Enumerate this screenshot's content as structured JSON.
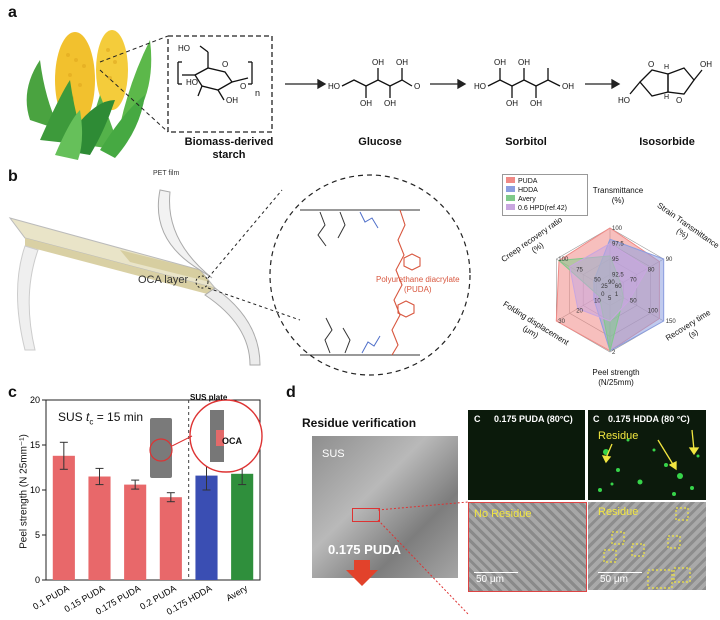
{
  "panel_a": {
    "label": "a",
    "polymer_subscript": "n",
    "caption_starch": [
      "Biomass-derived",
      "starch"
    ],
    "compounds": [
      "Glucose",
      "Sorbitol",
      "Isosorbide"
    ],
    "starch_groups": [
      "HO",
      "HO",
      "OH",
      "O",
      "O"
    ],
    "glucose_groups": [
      "HO",
      "OH",
      "OH",
      "OH",
      "OH",
      "O"
    ],
    "sorbitol_groups": [
      "HO",
      "OH",
      "OH",
      "OH",
      "OH",
      "OH"
    ],
    "isosorbide_groups": [
      "O",
      "O",
      "OH",
      "HO",
      "H",
      "H"
    ]
  },
  "panel_b": {
    "label": "b",
    "pet_film": "PET film",
    "oca_layer": "OCA layer",
    "molecule_label": [
      "Polyurethane diacrylate",
      "(PUDA)"
    ],
    "legend": [
      "PUDA",
      "HDDA",
      "Avery",
      "0.6 HPD(ref.42)"
    ],
    "legend_colors": [
      "#f08a86",
      "#8c9ee0",
      "#7fca8a",
      "#c9a6e0"
    ],
    "radar_axes": [
      [
        "Transmittance",
        "(%)"
      ],
      [
        "Strain Transmittance",
        "(%)"
      ],
      [
        "Recovery time",
        "(s)"
      ],
      [
        "Peel strength",
        "(N/25mm)"
      ],
      [
        "Folding displacement",
        "(μm)"
      ],
      [
        "Creep recovery ratio",
        "(%)"
      ]
    ],
    "radar_ticks": {
      "transmittance": [
        "92.5",
        "95",
        "97.5",
        "100"
      ],
      "strain_transmittance": [
        "70",
        "80",
        "90"
      ],
      "recovery_time": [
        "50",
        "100",
        "150"
      ],
      "peel_strength": [
        "2"
      ],
      "folding_displacement": [
        "10",
        "20",
        "30"
      ],
      "creep_recovery": [
        "50",
        "75",
        "100"
      ]
    },
    "radar_center_ticks": [
      "90",
      "60",
      "1",
      "5",
      "0",
      "25"
    ],
    "radar_data": {
      "series": [
        {
          "name": "PUDA",
          "values": [
            1.0,
            0.92,
            0.92,
            0.98,
            1.0,
            0.95
          ]
        },
        {
          "name": "HDDA",
          "values": [
            0.82,
            1.0,
            1.0,
            0.98,
            0.3,
            0.3
          ]
        },
        {
          "name": "Avery",
          "values": [
            0.55,
            0.2,
            0.25,
            0.98,
            0.2,
            0.95
          ]
        },
        {
          "name": "0.6 HPD(ref.42)",
          "values": [
            0.75,
            0.7,
            0.35,
            0.5,
            0.6,
            0.75
          ]
        }
      ]
    }
  },
  "chart_data": {
    "type": "bar",
    "title": "SUS t_c = 15 min",
    "title_main": "SUS ",
    "title_var": "t",
    "title_sub": "c",
    "title_rest": " = 15 min",
    "ylabel": "Peel strength (N 25mm⁻¹)",
    "ylim": [
      0,
      20
    ],
    "yticks": [
      "0",
      "5",
      "10",
      "15",
      "20"
    ],
    "categories": [
      "0.1 PUDA",
      "0.15 PUDA",
      "0.175 PUDA",
      "0.2 PUDA",
      "0.175 HDDA",
      "Avery"
    ],
    "values": [
      13.8,
      11.5,
      10.6,
      9.2,
      11.6,
      11.8
    ],
    "errors": [
      1.5,
      0.9,
      0.5,
      0.5,
      1.6,
      1.2
    ],
    "colors": [
      "#e8686a",
      "#e8686a",
      "#e8686a",
      "#e8686a",
      "#3a4eb3",
      "#2f8f3c"
    ],
    "inset_labels": [
      "SUS plate",
      "OCA"
    ]
  },
  "panel_c_label": "c",
  "panel_d": {
    "label": "d",
    "title": "Residue verification",
    "sus": "SUS",
    "sample": "0.175 PUDA",
    "panel_c_left": "C",
    "panel_c_right": "C",
    "left_title": "0.175 PUDA (80°C)",
    "right_title": "0.175 HDDA (80 °C)",
    "residue_top": "Residue",
    "no_residue": "No Residue",
    "residue_bottom": "Residue",
    "scale_left": "50 μm",
    "scale_right": "50 μm"
  }
}
